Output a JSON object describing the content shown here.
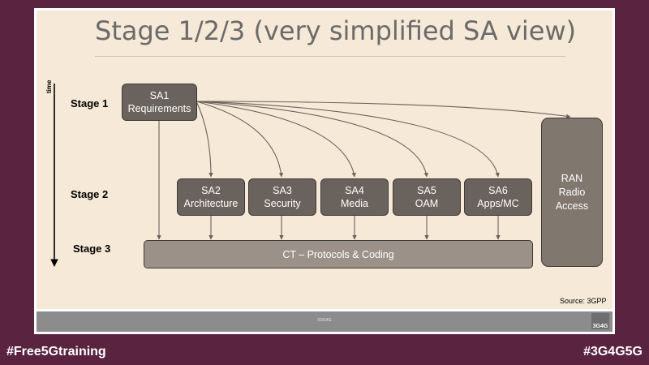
{
  "slide": {
    "title": "Stage 1/2/3 (very simplified SA view)",
    "time_label": "time",
    "stages": [
      "Stage 1",
      "Stage 2",
      "Stage 3"
    ],
    "sa1": {
      "line1": "SA1",
      "line2": "Requirements"
    },
    "stage2_boxes": [
      {
        "line1": "SA2",
        "line2": "Architecture"
      },
      {
        "line1": "SA3",
        "line2": "Security"
      },
      {
        "line1": "SA4",
        "line2": "Media"
      },
      {
        "line1": "SA5",
        "line2": "OAM"
      },
      {
        "line1": "SA6",
        "line2": "Apps/MC"
      }
    ],
    "ct_label": "CT – Protocols &  Coding",
    "ran": {
      "line1": "RAN",
      "line2": "Radio",
      "line3": "Access"
    },
    "source": "Source: 3GPP",
    "footer_copyright": "©3G4G",
    "footer_logo": "3G4G"
  },
  "hashtags": {
    "left": "#Free5Gtraining",
    "right": "#3G4G5G"
  },
  "colors": {
    "background": "#5a2340",
    "slide_fill": "#f6e9d7",
    "box_dark": "#6a625c",
    "ct_box": "#9c9188",
    "ran_box": "#80776f",
    "arrow": "#6a625c",
    "footer": "#8c8c8c"
  }
}
